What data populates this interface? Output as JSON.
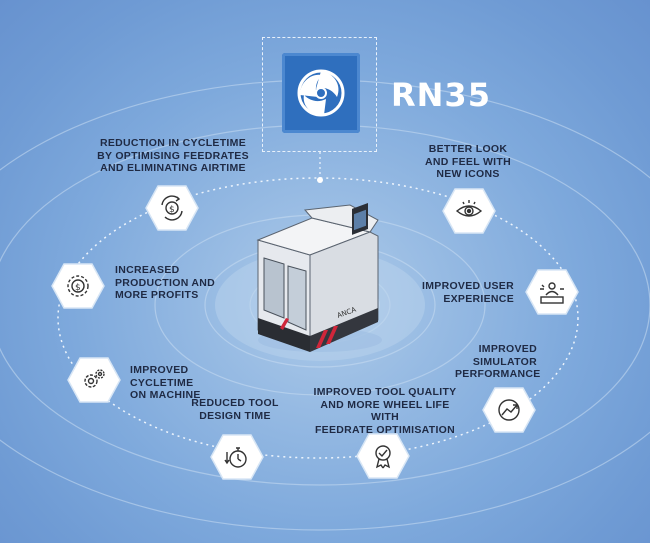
{
  "brand": {
    "name": "RN35",
    "logo_icon": "swirl-logo-icon"
  },
  "center_machine": {
    "icon": "grinding-machine-illustration",
    "badge_text": "ANCA"
  },
  "features": [
    {
      "id": "cycletime-reduction",
      "icon": "dollar-cycle-icon",
      "lines": [
        "REDUCTION IN CYCLETIME",
        "BY OPTIMISING FEEDRATES",
        "AND ELIMINATING AIRTIME"
      ]
    },
    {
      "id": "look-and-feel",
      "icon": "eye-icon",
      "lines": [
        "BETTER LOOK",
        "AND FEEL WITH",
        "NEW ICONS"
      ]
    },
    {
      "id": "production-profits",
      "icon": "coin-gear-icon",
      "lines": [
        "INCREASED",
        "PRODUCTION AND",
        "MORE PROFITS"
      ]
    },
    {
      "id": "user-experience",
      "icon": "user-dashboard-icon",
      "lines": [
        "IMPROVED USER",
        "EXPERIENCE"
      ]
    },
    {
      "id": "machine-cycletime",
      "icon": "gears-icon",
      "lines": [
        "IMPROVED CYCLETIME",
        "ON MACHINE"
      ]
    },
    {
      "id": "simulator-performance",
      "icon": "performance-arrow-icon",
      "lines": [
        "IMPROVED",
        "SIMULATOR",
        "PERFORMANCE"
      ]
    },
    {
      "id": "tool-design-time",
      "icon": "stopwatch-down-icon",
      "lines": [
        "REDUCED TOOL",
        "DESIGN TIME"
      ]
    },
    {
      "id": "tool-quality",
      "icon": "quality-check-icon",
      "lines": [
        "IMPROVED TOOL QUALITY",
        "AND MORE WHEEL LIFE WITH",
        "FEEDRATE OPTIMISATION"
      ]
    }
  ],
  "colors": {
    "accent": "#2f6fbe",
    "label_text": "#1f2a44",
    "hex_fill": "#ffffff"
  }
}
